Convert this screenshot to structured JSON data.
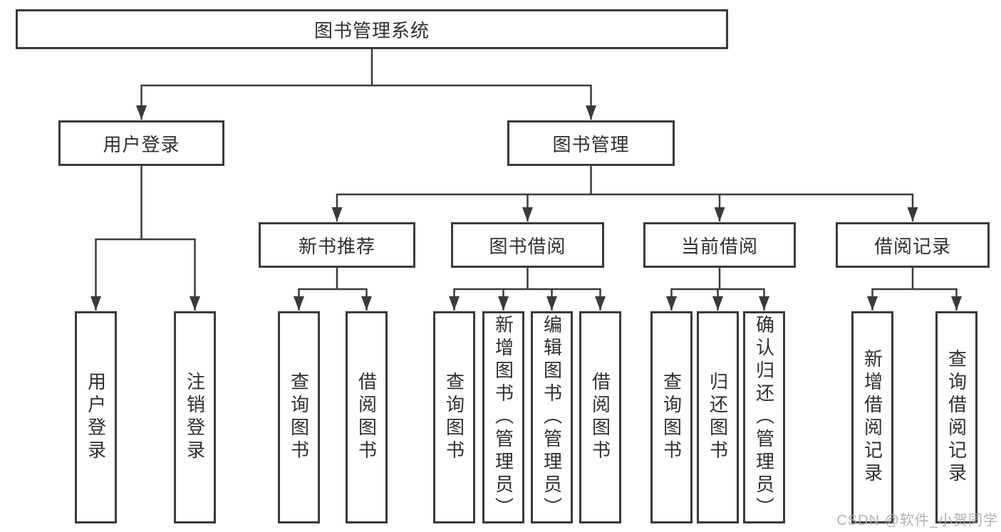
{
  "tree": {
    "label": "图书管理系统",
    "children": [
      {
        "label": "用户登录",
        "children": [
          {
            "label": "用户登录"
          },
          {
            "label": "注销登录"
          }
        ]
      },
      {
        "label": "图书管理",
        "children": [
          {
            "label": "新书推荐",
            "children": [
              {
                "label": "查询图书"
              },
              {
                "label": "借阅图书"
              }
            ]
          },
          {
            "label": "图书借阅",
            "children": [
              {
                "label": "查询图书"
              },
              {
                "label": "新增图书（管理员）"
              },
              {
                "label": "编辑图书（管理员）"
              },
              {
                "label": "借阅图书"
              }
            ]
          },
          {
            "label": "当前借阅",
            "children": [
              {
                "label": "查询图书"
              },
              {
                "label": "归还图书"
              },
              {
                "label": "确认归还（管理员）"
              }
            ]
          },
          {
            "label": "借阅记录",
            "children": [
              {
                "label": "新增借阅记录"
              },
              {
                "label": "查询借阅记录"
              }
            ]
          }
        ]
      }
    ]
  },
  "watermark": {
    "text": "CSDN @软件_小贺同学"
  },
  "colors": {
    "line": "#3a3a3a",
    "text": "#2f2f2f",
    "watermark": "#a8a8a8",
    "background": "#ffffff"
  }
}
